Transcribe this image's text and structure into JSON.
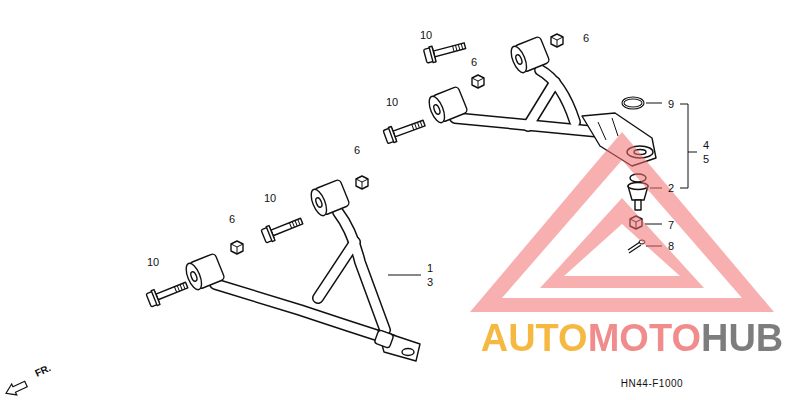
{
  "diagram": {
    "labels": [
      "10",
      "6",
      "6",
      "10",
      "9",
      "4",
      "5",
      "2",
      "6",
      "7",
      "8",
      "10",
      "6",
      "10",
      "1",
      "3",
      "FR.",
      "AUTOMOTOHUB",
      "HN44-F1000"
    ]
  }
}
